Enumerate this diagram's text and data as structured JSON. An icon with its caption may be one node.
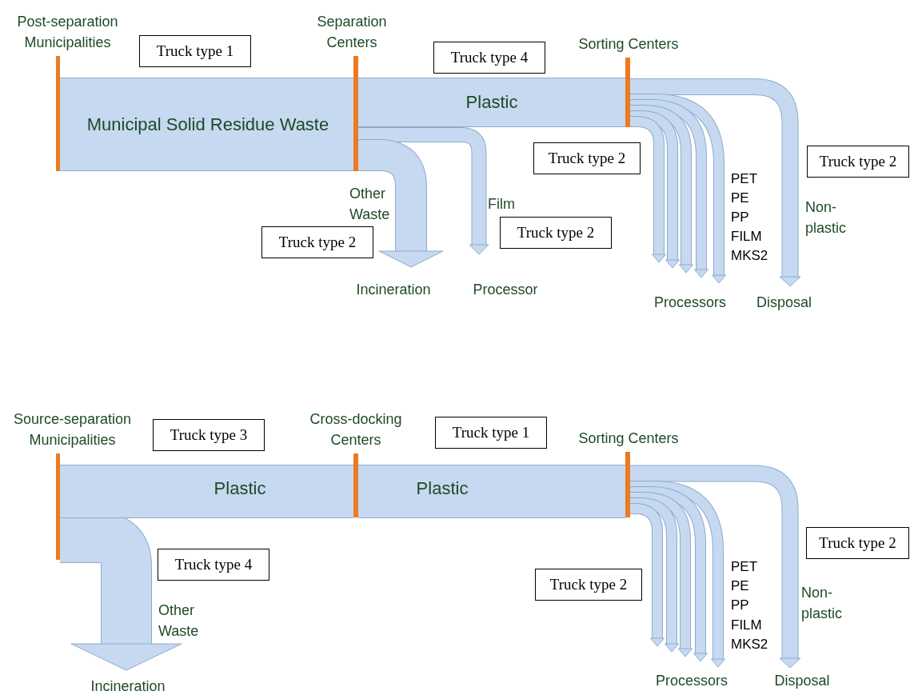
{
  "diagram": {
    "nodes": [
      {
        "text": [
          "Post-separation Municipalities"
        ]
      },
      {
        "text": [
          "Truck type 1"
        ]
      },
      {
        "text": [
          "Separation Centers"
        ]
      },
      {
        "text": [
          "Truck type 4"
        ]
      },
      {
        "text": [
          "Sorting Centers"
        ]
      },
      {
        "text": [
          "Truck type 2"
        ]
      },
      {
        "text": [
          "Truck type 2"
        ]
      },
      {
        "text": [
          "Truck type 2"
        ]
      },
      {
        "text": [
          "Truck type 2"
        ]
      },
      {
        "text": [
          "Incineration"
        ]
      },
      {
        "text": [
          "Processor"
        ]
      },
      {
        "text": [
          "Processors"
        ]
      },
      {
        "text": [
          "Disposal"
        ]
      },
      {
        "text": [
          "Source-separation Municipalities"
        ]
      },
      {
        "text": [
          "Truck type 3"
        ]
      },
      {
        "text": [
          "Cross-docking Centers"
        ]
      },
      {
        "text": [
          "Truck type 1"
        ]
      },
      {
        "text": [
          "Sorting Centers"
        ]
      },
      {
        "text": [
          "Truck type 2"
        ]
      },
      {
        "text": [
          "Truck type 4"
        ]
      },
      {
        "text": [
          "Truck type 2"
        ]
      },
      {
        "text": [
          "Incineration"
        ]
      },
      {
        "text": [
          "Processors"
        ]
      },
      {
        "text": [
          "Disposal"
        ]
      }
    ],
    "edges": [
      {
        "from": 0,
        "to": 2,
        "arrow": "none",
        "label": "Municipal Solid Residue Waste",
        "style": "thick"
      },
      {
        "from": 2,
        "to": 4,
        "arrow": "none",
        "label": "Plastic",
        "style": "thick"
      },
      {
        "from": 2,
        "to": 9,
        "arrow": "to",
        "label": "Other Waste",
        "style": "thick"
      },
      {
        "from": 2,
        "to": 10,
        "arrow": "to",
        "label": "Film"
      },
      {
        "from": 4,
        "to": 11,
        "arrow": "to"
      },
      {
        "from": 4,
        "to": 11,
        "arrow": "to"
      },
      {
        "from": 4,
        "to": 11,
        "arrow": "to"
      },
      {
        "from": 4,
        "to": 11,
        "arrow": "to"
      },
      {
        "from": 4,
        "to": 11,
        "arrow": "to"
      },
      {
        "from": 4,
        "to": 12,
        "arrow": "to",
        "label": "Non-plastic"
      },
      {
        "from": 13,
        "to": 15,
        "arrow": "none",
        "label": "Plastic",
        "style": "thick"
      },
      {
        "from": 15,
        "to": 17,
        "arrow": "none",
        "label": "Plastic",
        "style": "thick"
      },
      {
        "from": 13,
        "to": 21,
        "arrow": "to",
        "label": "Other Waste",
        "style": "thick"
      },
      {
        "from": 17,
        "to": 22,
        "arrow": "to"
      },
      {
        "from": 17,
        "to": 22,
        "arrow": "to"
      },
      {
        "from": 17,
        "to": 22,
        "arrow": "to"
      },
      {
        "from": 17,
        "to": 22,
        "arrow": "to"
      },
      {
        "from": 17,
        "to": 22,
        "arrow": "to"
      },
      {
        "from": 17,
        "to": 23,
        "arrow": "to",
        "label": "Non-plastic"
      }
    ],
    "labels": [
      "PET",
      "PE",
      "PP",
      "FILM",
      "MKS2",
      "PET",
      "PE",
      "PP",
      "FILM",
      "MKS2"
    ]
  }
}
